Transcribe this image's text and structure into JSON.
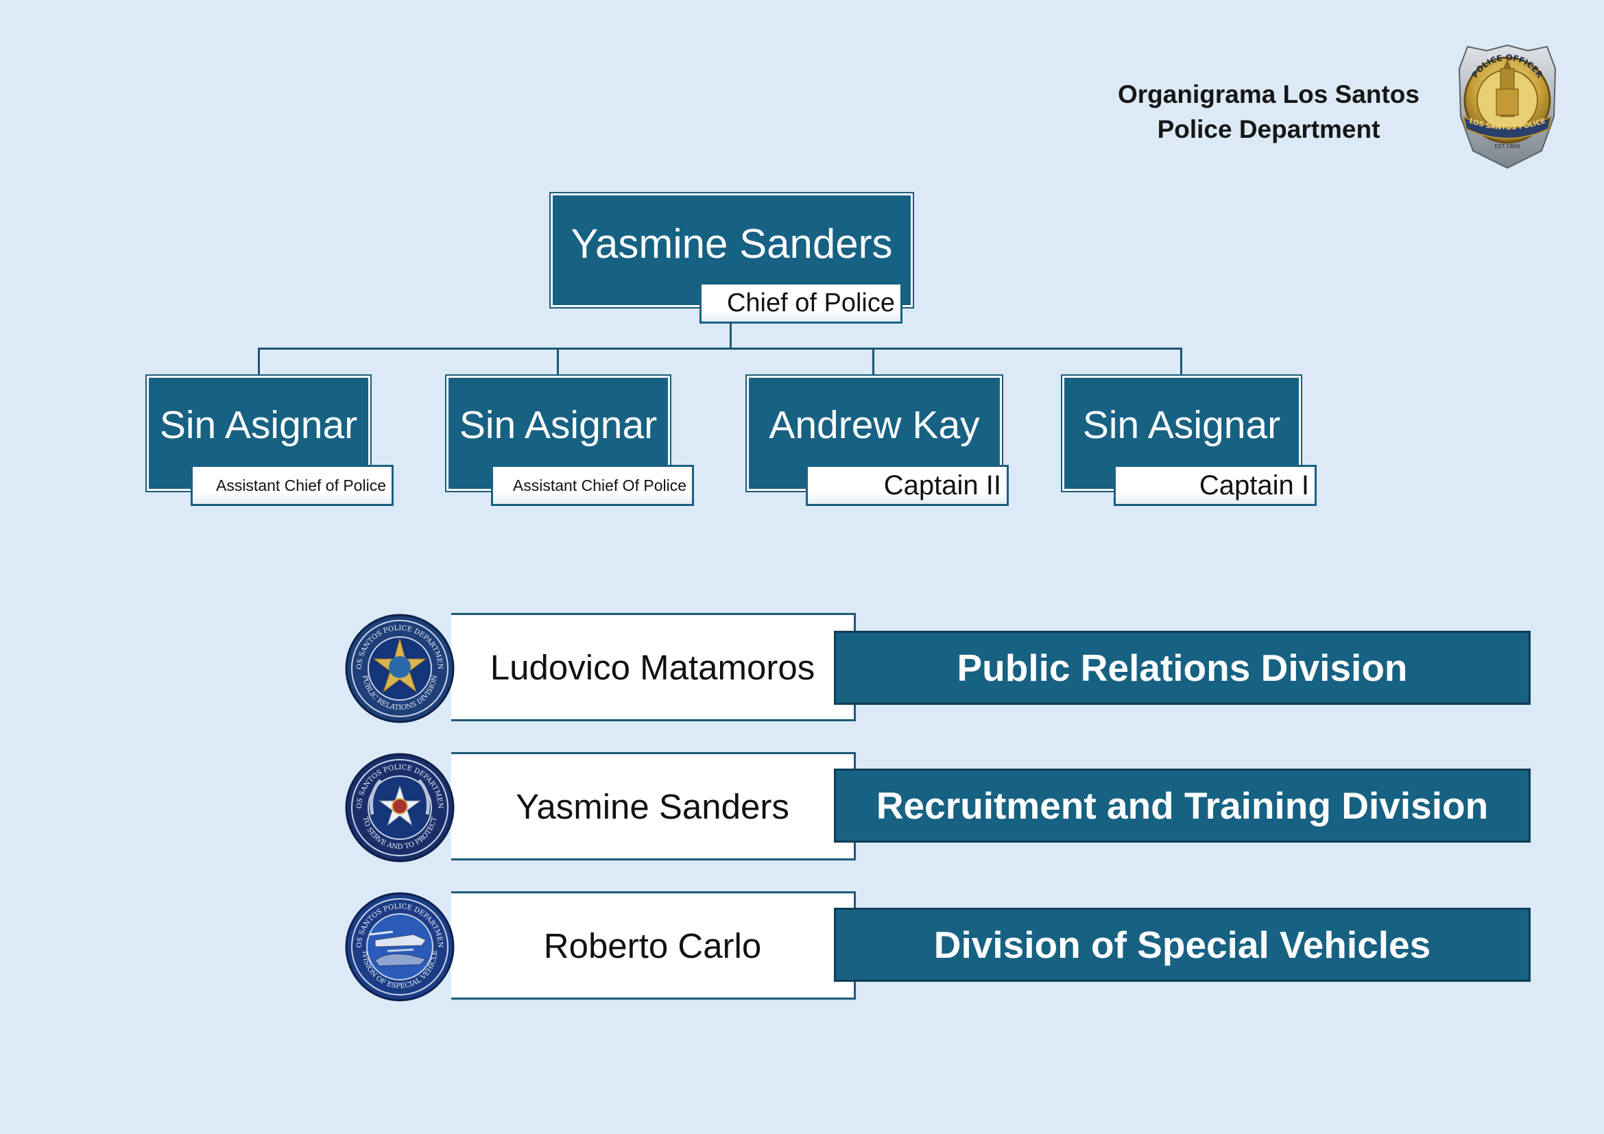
{
  "header": {
    "title_line1": "Organigrama Los Santos",
    "title_line2": "Police Department",
    "badge": {
      "icon": "police-officer-badge-icon",
      "text_top": "POLICE OFFICER",
      "text_band": "LOS SANTOS POLICE",
      "text_bottom": "EST.1869"
    }
  },
  "chief": {
    "name": "Yasmine Sanders",
    "role": "Chief of Police"
  },
  "officers": [
    {
      "name": "Sin Asignar",
      "role": "Assistant Chief of Police"
    },
    {
      "name": "Sin Asignar",
      "role": "Assistant Chief Of Police"
    },
    {
      "name": "Andrew Kay",
      "role": "Captain II"
    },
    {
      "name": "Sin Asignar",
      "role": "Captain I"
    }
  ],
  "divisions": [
    {
      "leader": "Ludovico Matamoros",
      "division": "Public Relations Division",
      "seal": {
        "icon": "public-relations-seal-icon",
        "text_top": "LOS SANTOS POLICE DEPARTMENT",
        "text_bottom": "PUBLIC RELATIONS DIVISION"
      }
    },
    {
      "leader": "Yasmine Sanders",
      "division": "Recruitment and Training Division",
      "seal": {
        "icon": "recruitment-training-seal-icon",
        "text_top": "LOS SANTOS POLICE DEPARTMENT",
        "text_bottom": "TO SERVE AND TO PROTECT"
      }
    },
    {
      "leader": "Roberto Carlo",
      "division": "Division of Special Vehicles",
      "seal": {
        "icon": "special-vehicles-seal-icon",
        "text_top": "LOS SANTOS POLICE DEPARTMENT",
        "text_bottom": "DIVISION OF ESPECIAL VEHICLES"
      }
    }
  ],
  "colors": {
    "background": "#dce9f6",
    "node": "#176183",
    "line": "#1b5673",
    "seal_outer": "#1e3f78",
    "seal_inner": "#16367a",
    "badge_gold": "#c9a33b"
  }
}
